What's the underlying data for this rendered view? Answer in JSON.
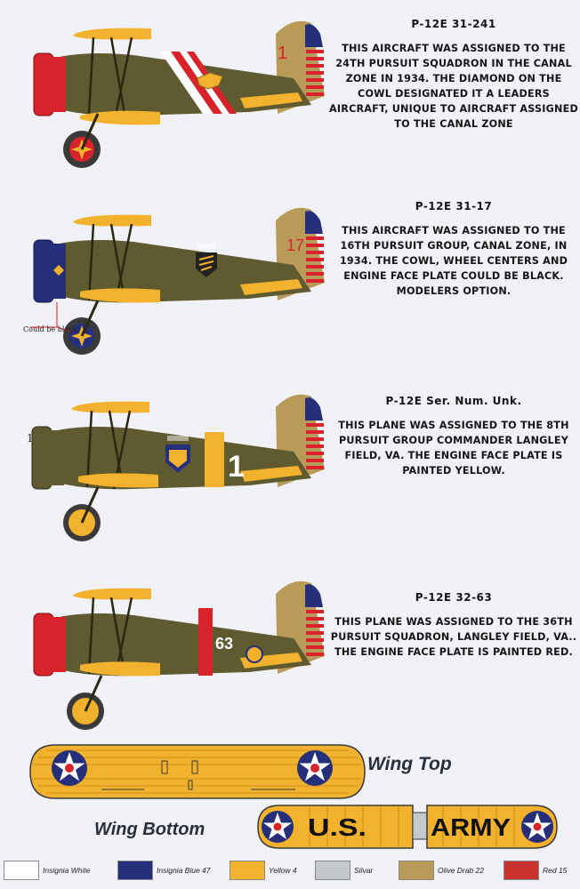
{
  "colors": {
    "olive": "#5f5a2f",
    "olive_dark": "#3e3a1c",
    "yellow": "#f3b22d",
    "red": "#d8232a",
    "blue": "#26307a",
    "white": "#ffffff",
    "silver": "#c5c8cc",
    "tan": "#b99b59"
  },
  "aircraft": [
    {
      "title": "P-12E 31-241",
      "description": "This aircraft was assigned to the 24th Pursuit Squadron in the Canal Zone in 1934. The diamond on the cowl designated it a leaders aircraft, unique to aircraft assigned to the Canal Zone",
      "tail_number": "1",
      "fuselage_number": ""
    },
    {
      "title": "P-12E 31-17",
      "description": "This aircraft was assigned to the 16th Pursuit Group, Canal Zone, in 1934. The cowl, wheel centers and engine face plate could be black. Modelers option.",
      "tail_number": "17",
      "fuselage_number": "",
      "note": "Could be black"
    },
    {
      "title": "P-12E Ser. Num. Unk.",
      "description": "This plane was assigned to the 8th Pursuit Group Commander Langley Field, VA. The engine face plate is painted yellow.",
      "tail_number": "",
      "fuselage_number": "1",
      "nose_number": "1"
    },
    {
      "title": "P-12E 32-63",
      "description": "This plane was assigned to the 36th Pursuit Squadron, Langley Field, VA.. The engine face plate is painted red.",
      "tail_number": "",
      "fuselage_number": "63"
    }
  ],
  "wing_top": {
    "label": "Wing Top"
  },
  "wing_bottom": {
    "label": "Wing Bottom",
    "marking_left": "U.S.",
    "marking_right": "ARMY"
  },
  "legend": [
    {
      "label": "Insignia White",
      "color": "#ffffff"
    },
    {
      "label": "Insignia Blue 47",
      "color": "#26307a"
    },
    {
      "label": "Yellow 4",
      "color": "#f3b22d"
    },
    {
      "label": "Silvar",
      "color": "#c5c8cc"
    },
    {
      "label": "Olive Drab 22",
      "color": "#b99b59"
    },
    {
      "label": "Red 15",
      "color": "#c8332d"
    }
  ]
}
